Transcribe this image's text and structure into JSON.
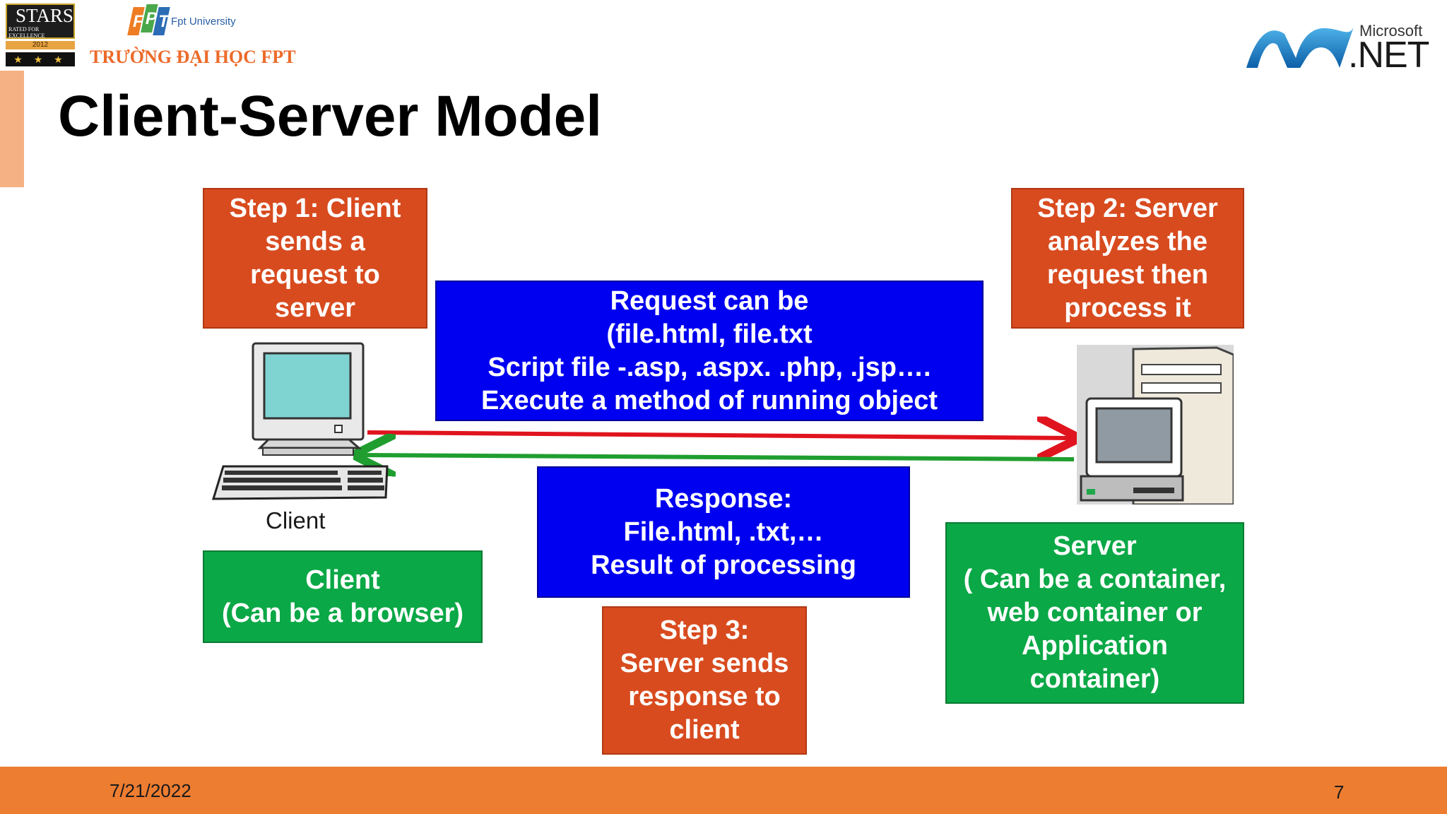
{
  "header": {
    "title": "Client-Server Model",
    "logos": {
      "stars": {
        "name": "STARS",
        "subtitle": "RATED FOR EXCELLENCE",
        "year": "2012",
        "stars": "★ ★ ★"
      },
      "fpt": {
        "letters": [
          "F",
          "P",
          "T"
        ],
        "subtitle": "Fpt University",
        "school": "TRƯỜNG ĐẠI HỌC FPT"
      },
      "dotnet": {
        "company": "Microsoft",
        "product": ".NET"
      }
    }
  },
  "diagram": {
    "step1": "Step 1: Client\nsends a\nrequest to\nserver",
    "step2": "Step 2:  Server\nanalyzes the\nrequest then\nprocess it",
    "step3": "Step 3:\nServer sends\nresponse to\nclient",
    "request_box": "Request can be\n(file.html, file.txt\nScript file -.asp, .aspx. .php, .jsp….\nExecute a method of running object",
    "response_box": "Response:\nFile.html, .txt,…\nResult  of processing",
    "client_label": "Client",
    "client_box": "Client\n(Can be a browser)",
    "server_box": "Server\n( Can be a container,\nweb container  or\nApplication\ncontainer)"
  },
  "colors": {
    "step": "#d84b1f",
    "info": "#0000f0",
    "role": "#0aa846",
    "request_arrow": "#e0141e",
    "response_arrow": "#1f9e2f",
    "footer": "#ed7d31"
  },
  "footer": {
    "date": "7/21/2022",
    "page": "7"
  }
}
